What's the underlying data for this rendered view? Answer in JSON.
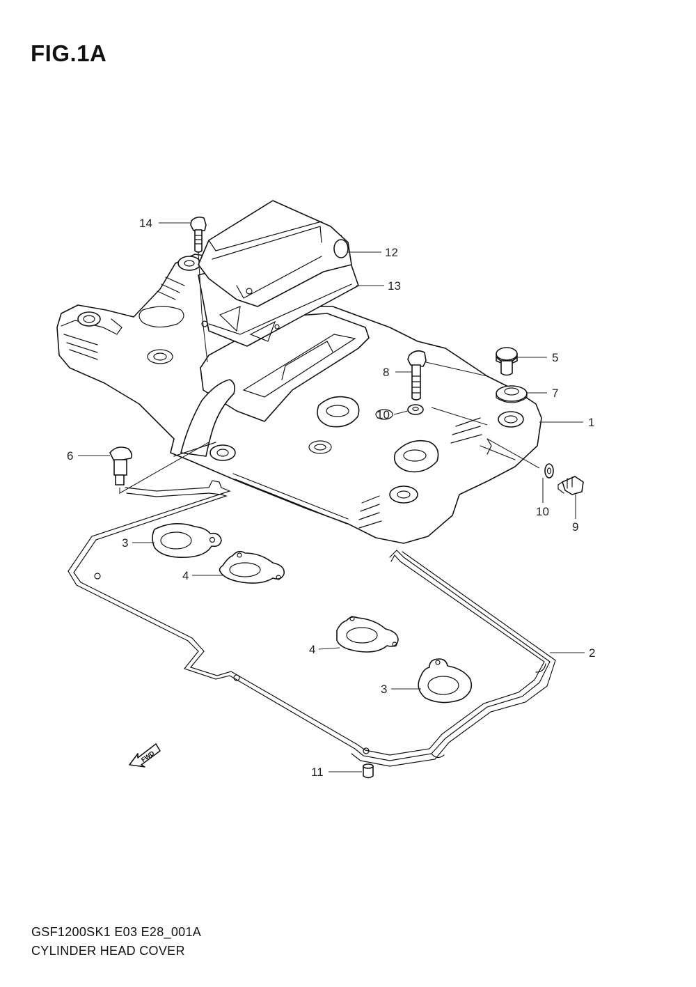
{
  "figure": {
    "title": "FIG.1A",
    "code": "GSF1200SK1 E03 E28_001A",
    "name": "CYLINDER HEAD COVER"
  },
  "fwd_label": "FWD",
  "callouts": [
    {
      "id": "c14",
      "label": "14"
    },
    {
      "id": "c12",
      "label": "12"
    },
    {
      "id": "c13",
      "label": "13"
    },
    {
      "id": "c5",
      "label": "5"
    },
    {
      "id": "c8",
      "label": "8"
    },
    {
      "id": "c7",
      "label": "7"
    },
    {
      "id": "c10a",
      "label": "10"
    },
    {
      "id": "c1",
      "label": "1"
    },
    {
      "id": "c6",
      "label": "6"
    },
    {
      "id": "c10b",
      "label": "10"
    },
    {
      "id": "c9",
      "label": "9"
    },
    {
      "id": "c3a",
      "label": "3"
    },
    {
      "id": "c4a",
      "label": "4"
    },
    {
      "id": "c4b",
      "label": "4"
    },
    {
      "id": "c2",
      "label": "2"
    },
    {
      "id": "c3b",
      "label": "3"
    },
    {
      "id": "c11",
      "label": "11"
    }
  ]
}
